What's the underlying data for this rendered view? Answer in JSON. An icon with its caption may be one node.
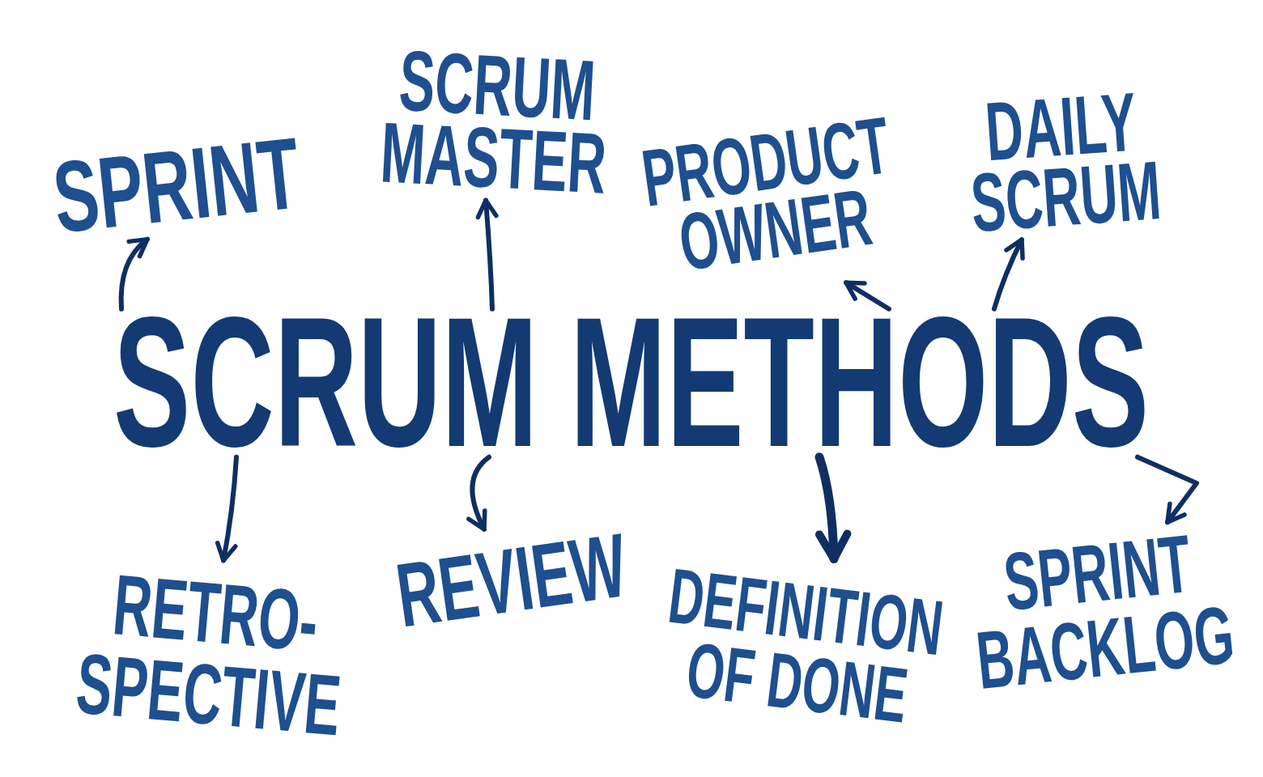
{
  "diagram": {
    "nodes": [
      {
        "text": [
          "SCRUM METHODS"
        ]
      },
      {
        "text": [
          "SPRINT"
        ]
      },
      {
        "text": [
          "SCRUM MASTER"
        ]
      },
      {
        "text": [
          "PRODUCT OWNER"
        ]
      },
      {
        "text": [
          "DAILY SCRUM"
        ]
      },
      {
        "text": [
          "RETRO- SPECTIVE"
        ]
      },
      {
        "text": [
          "REVIEW"
        ]
      },
      {
        "text": [
          "DEFINITION OF DONE"
        ]
      },
      {
        "text": [
          "SPRINT BACKLOG"
        ]
      }
    ],
    "edges": [
      {
        "from": 0,
        "to": 1,
        "arrow": "to"
      },
      {
        "from": 0,
        "to": 2,
        "arrow": "to"
      },
      {
        "from": 0,
        "to": 3,
        "arrow": "to"
      },
      {
        "from": 0,
        "to": 4,
        "arrow": "to"
      },
      {
        "from": 0,
        "to": 5,
        "arrow": "to"
      },
      {
        "from": 0,
        "to": 6,
        "arrow": "to"
      },
      {
        "from": 0,
        "to": 7,
        "arrow": "to",
        "style": "thick"
      },
      {
        "from": 0,
        "to": 8,
        "arrow": "to"
      }
    ]
  }
}
